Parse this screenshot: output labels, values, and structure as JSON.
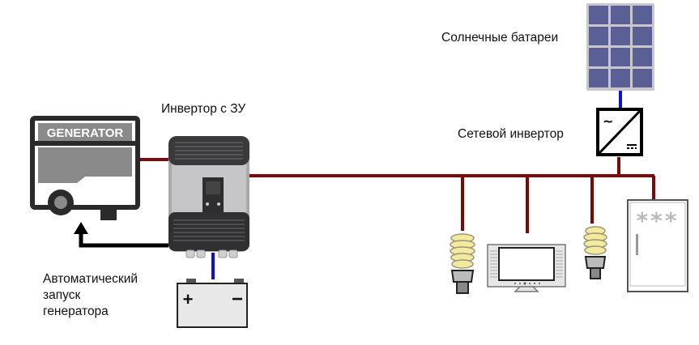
{
  "diagram": {
    "title": "Autonomous power system with inverter-charger, generator and solar",
    "labels": {
      "inverter_charger": "Инвертор с ЗУ",
      "solar_panels": "Солнечные батареи",
      "grid_inverter": "Сетевой инвертор",
      "auto_start": [
        "Автоматический",
        "запуск",
        "генератора"
      ]
    },
    "generator": {
      "text": "GENERATOR"
    },
    "battery": {
      "plus": "+",
      "minus": "−"
    },
    "grid_inverter_symbols": {
      "ac": "~",
      "dc": "⎓"
    },
    "fridge": {
      "text": "***"
    },
    "colors": {
      "ac_line": "#7a0a0a",
      "dc_line": "#1010d0",
      "control_line": "#000000",
      "solar_cell": "#5a5f95",
      "solar_frame": "#c8c8cc",
      "generator_body": "#2a2a2a",
      "generator_panel": "#8a8a8a"
    },
    "components": [
      {
        "id": "generator",
        "name": "Generator"
      },
      {
        "id": "inverter_charger",
        "name": "Inverter-charger"
      },
      {
        "id": "battery",
        "name": "Battery"
      },
      {
        "id": "solar_panel",
        "name": "Solar panel"
      },
      {
        "id": "grid_inverter",
        "name": "Grid inverter"
      },
      {
        "id": "lamp_1",
        "name": "Energy-saving lamp"
      },
      {
        "id": "tv",
        "name": "TV / monitor"
      },
      {
        "id": "lamp_2",
        "name": "Energy-saving lamp"
      },
      {
        "id": "fridge",
        "name": "Refrigerator"
      }
    ],
    "connections": [
      {
        "from": "generator",
        "to": "inverter_charger",
        "type": "AC"
      },
      {
        "from": "inverter_charger",
        "to": "ac_bus",
        "type": "AC"
      },
      {
        "from": "grid_inverter",
        "to": "ac_bus",
        "type": "AC"
      },
      {
        "from": "solar_panel",
        "to": "grid_inverter",
        "type": "DC"
      },
      {
        "from": "battery",
        "to": "inverter_charger",
        "type": "DC"
      },
      {
        "from": "inverter_charger",
        "to": "generator",
        "type": "control",
        "label": "auto_start"
      },
      {
        "from": "ac_bus",
        "to": "lamp_1",
        "type": "AC"
      },
      {
        "from": "ac_bus",
        "to": "tv",
        "type": "AC"
      },
      {
        "from": "ac_bus",
        "to": "lamp_2",
        "type": "AC"
      },
      {
        "from": "ac_bus",
        "to": "fridge",
        "type": "AC"
      }
    ]
  }
}
